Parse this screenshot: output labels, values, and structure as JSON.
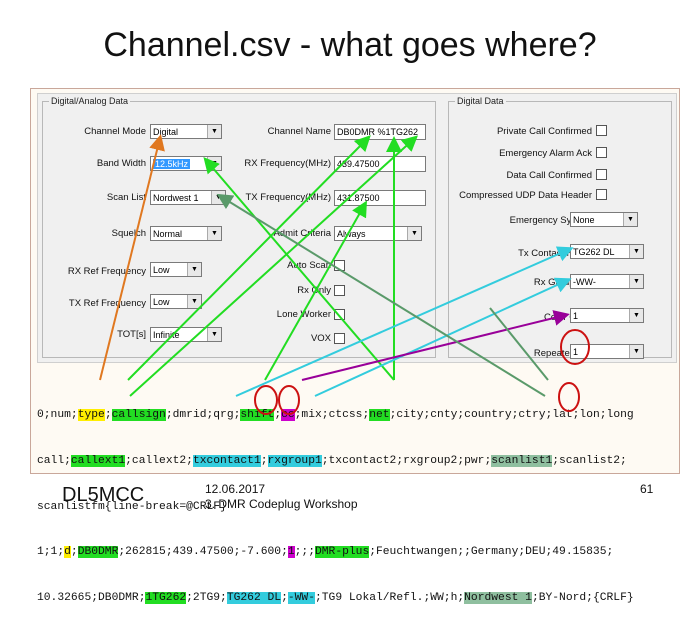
{
  "title": "Channel.csv - what goes where?",
  "left_group": {
    "legend": "Digital/Analog Data",
    "channel_mode": {
      "label": "Channel Mode",
      "value": "Digital"
    },
    "band_width": {
      "label": "Band Width",
      "value": "12.5kHz"
    },
    "scan_list": {
      "label": "Scan List",
      "value": "Nordwest 1"
    },
    "squelch": {
      "label": "Squelch",
      "value": "Normal"
    },
    "rx_ref": {
      "label": "RX Ref Frequency",
      "value": "Low"
    },
    "tx_ref": {
      "label": "TX Ref Frequency",
      "value": "Low"
    },
    "tot": {
      "label": "TOT[s]",
      "value": "Infinite"
    },
    "channel_name": {
      "label": "Channel Name",
      "value": "DB0DMR %1TG262"
    },
    "rx_freq": {
      "label": "RX Frequency(MHz)",
      "value": "439.47500"
    },
    "tx_freq": {
      "label": "TX Frequency(MHz)",
      "value": "431.87500"
    },
    "admit": {
      "label": "Admit Criteria",
      "value": "Always"
    },
    "auto_scan": {
      "label": "Auto Scan"
    },
    "rx_only": {
      "label": "Rx Only"
    },
    "lone_worker": {
      "label": "Lone Worker"
    },
    "vox": {
      "label": "VOX"
    }
  },
  "right_group": {
    "legend": "Digital Data",
    "private_call": {
      "label": "Private Call Confirmed"
    },
    "emergency_ack": {
      "label": "Emergency Alarm Ack"
    },
    "data_call": {
      "label": "Data Call Confirmed"
    },
    "compressed": {
      "label": "Compressed UDP Data Header"
    },
    "emergency_system": {
      "label": "Emergency System",
      "value": "None"
    },
    "tx_contact": {
      "label": "Tx Contact Name",
      "value": "TG262 DL"
    },
    "rx_group": {
      "label": "Rx Group List",
      "value": "-WW-"
    },
    "color_code": {
      "label": "Color Code",
      "value": "1"
    },
    "repeater_slot": {
      "label": "Repeater Slot",
      "value": "1"
    }
  },
  "csv": {
    "line1": [
      "0;num;",
      "type",
      ";",
      "callsign",
      ";dmrid;qrg;",
      "shift",
      ";",
      "cc",
      ";mix;",
      "ctcss",
      ";",
      "net",
      ";city;cnty;country;",
      "ctry",
      ";lat;lon;long"
    ],
    "line2": [
      "call;",
      "callext1",
      ";callext2;",
      "txcontact1",
      ";",
      "rxgroup1",
      ";txcontact2;rxgroup2;pwr;",
      "scanlist1",
      ";scanlist2;"
    ],
    "line3": "scanlistfm{line-break=@CRLF}",
    "line4": [
      "1;1;",
      "d",
      ";",
      "DB0DMR",
      ";262815;439.47500;-7.600;",
      "1",
      ";;;",
      "DMR-plus",
      ";Feuchtwangen;;Germany;DEU;49.15835;"
    ],
    "line5": [
      "10.32665;DB0DMR;",
      "1TG262",
      ";2TG9;",
      "TG262 DL",
      ";",
      "-WW-",
      ";TG9 Lokal/Refl.;WW;h;",
      "Nordwest 1",
      ";BY-Nord;{CRLF}"
    ]
  },
  "footer": {
    "author": "DL5MCC",
    "date": "12.06.2017",
    "event": "3. DMR Codeplug Workshop",
    "page": "61"
  },
  "colors": {
    "yellow": "#ffee00",
    "green": "#22dd22",
    "cyan": "#33ccdd",
    "magenta": "#cc00cc",
    "sage": "#8fbf9f",
    "orange": "#e07820",
    "red_circle": "#cc1111"
  }
}
